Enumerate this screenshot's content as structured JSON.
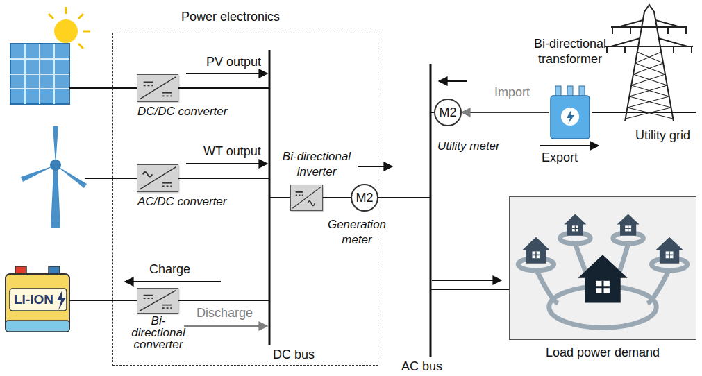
{
  "diagram": {
    "nodes": [
      {
        "text": [
          "Power electronics"
        ]
      },
      {
        "text": [
          "DC/DC converter"
        ],
        "in": 0
      },
      {
        "text": [
          "AC/DC converter"
        ],
        "in": 0
      },
      {
        "text": [
          "Bi-directional inverter"
        ],
        "in": 0
      },
      {
        "text": [
          "Bi- directional converter"
        ],
        "in": 0
      },
      {
        "text": [
          "M2",
          "Generation meter"
        ],
        "in": 0
      },
      {
        "text": [
          "M2",
          "Utility meter"
        ]
      },
      {
        "text": [
          "Bi-directional transformer"
        ]
      },
      {
        "text": [
          "Utility grid"
        ]
      },
      {
        "text": [
          "Load power demand"
        ]
      }
    ],
    "edges": [
      {
        "from": 3,
        "to": 5,
        "arrow": "none"
      },
      {
        "from": 7,
        "to": 6,
        "label": "Import",
        "arrow": "to"
      },
      {
        "from": 7,
        "to": 8,
        "arrow": "none"
      }
    ],
    "labels": [
      "PV output",
      "WT output",
      "Charge",
      "Discharge",
      "DC bus",
      "AC bus",
      "Export",
      "LI-ION"
    ]
  }
}
